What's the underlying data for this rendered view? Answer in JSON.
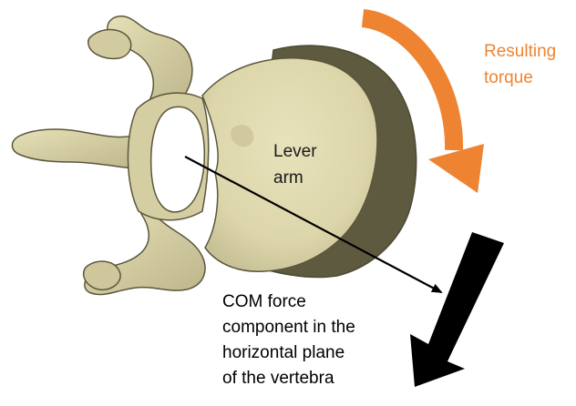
{
  "labels": {
    "torque": [
      "Resulting",
      "torque"
    ],
    "lever_arm": [
      "Lever",
      "arm"
    ],
    "force": [
      "COM force",
      "component in the",
      "horizontal plane",
      "of the vertebra"
    ]
  },
  "colors": {
    "background": "#ffffff",
    "bone_light": "#e1dbb2",
    "bone_mid": "#cdc59a",
    "bone_shadow": "#5e5a3f",
    "bone_outline": "#5b573c",
    "torque_orange": "#ee8431",
    "force_black": "#000000",
    "text_dark": "#1a1a1a"
  }
}
